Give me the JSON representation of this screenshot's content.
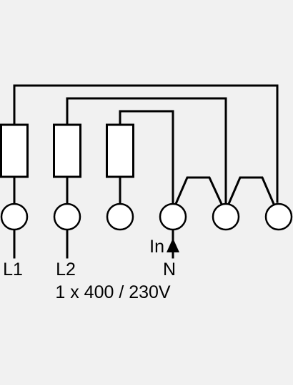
{
  "diagram": {
    "colors": {
      "background": "#f1f1f1",
      "line": "#000000",
      "fill": "#ffffff"
    },
    "terminals": [
      {
        "label": "L1"
      },
      {
        "label": "L2"
      },
      {
        "label": ""
      },
      {
        "label": "N"
      },
      {
        "label": ""
      },
      {
        "label": ""
      }
    ],
    "arrow_label": "In",
    "rating": "1 x 400 / 230V"
  }
}
